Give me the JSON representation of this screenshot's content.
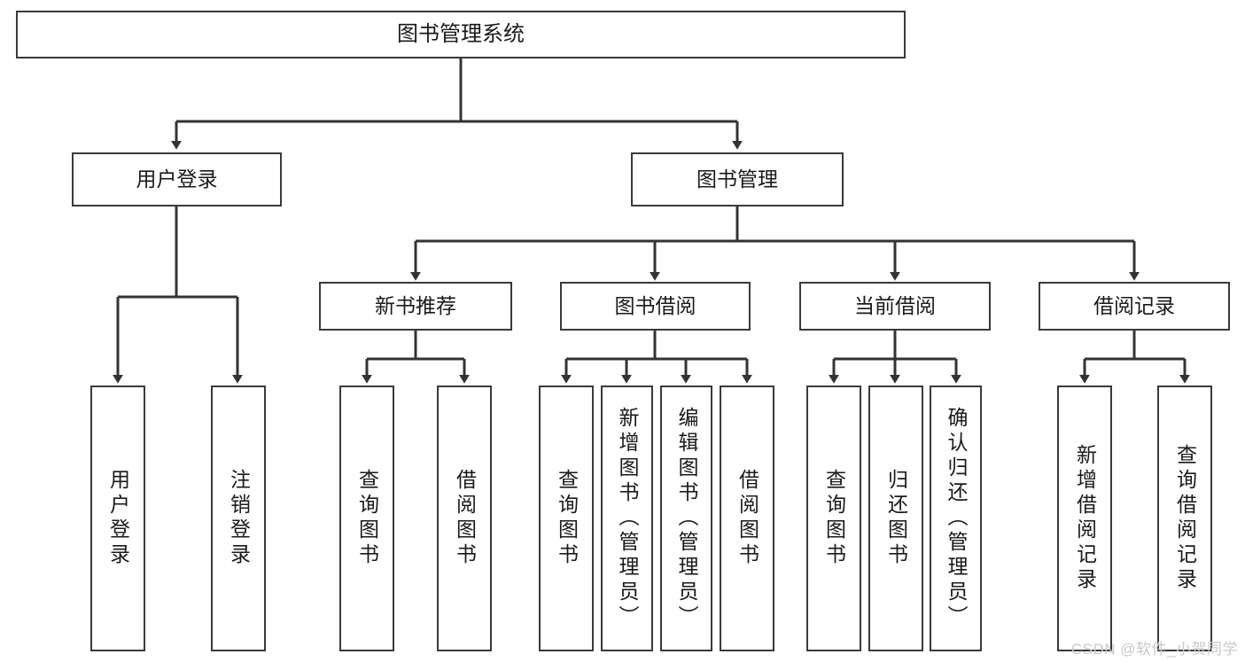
{
  "diagram": {
    "type": "tree-hierarchy",
    "title": "图书管理系统",
    "watermark": "CSDN @软件_小贺同学",
    "colors": {
      "box_border": "#3a3a3a",
      "box_fill": "#ffffff",
      "connector": "#333333",
      "text": "#1a1a1a",
      "watermark": "#c9c9c9",
      "background": "#ffffff"
    },
    "levels": {
      "root": {
        "label": "图书管理系统"
      },
      "level2": [
        {
          "label": "用户登录"
        },
        {
          "label": "图书管理"
        }
      ],
      "level3": [
        {
          "label": "新书推荐"
        },
        {
          "label": "图书借阅"
        },
        {
          "label": "当前借阅"
        },
        {
          "label": "借阅记录"
        }
      ],
      "leaves": {
        "user_login": [
          {
            "label": "用户登录"
          },
          {
            "label": "注销登录"
          }
        ],
        "new_book_recommend": [
          {
            "label": "查询图书"
          },
          {
            "label": "借阅图书"
          }
        ],
        "book_borrow": [
          {
            "label": "查询图书"
          },
          {
            "label": "新增图书（管理员）"
          },
          {
            "label": "编辑图书（管理员）"
          },
          {
            "label": "借阅图书"
          }
        ],
        "current_borrow": [
          {
            "label": "查询图书"
          },
          {
            "label": "归还图书"
          },
          {
            "label": "确认归还（管理员）"
          }
        ],
        "borrow_record": [
          {
            "label": "新增借阅记录"
          },
          {
            "label": "查询借阅记录"
          }
        ]
      }
    },
    "edges": [
      {
        "from": "图书管理系统",
        "to": "用户登录"
      },
      {
        "from": "图书管理系统",
        "to": "图书管理"
      },
      {
        "from": "用户登录",
        "to": "用户登录"
      },
      {
        "from": "用户登录",
        "to": "注销登录"
      },
      {
        "from": "图书管理",
        "to": "新书推荐"
      },
      {
        "from": "图书管理",
        "to": "图书借阅"
      },
      {
        "from": "图书管理",
        "to": "当前借阅"
      },
      {
        "from": "图书管理",
        "to": "借阅记录"
      },
      {
        "from": "新书推荐",
        "to": "查询图书"
      },
      {
        "from": "新书推荐",
        "to": "借阅图书"
      },
      {
        "from": "图书借阅",
        "to": "查询图书"
      },
      {
        "from": "图书借阅",
        "to": "新增图书（管理员）"
      },
      {
        "from": "图书借阅",
        "to": "编辑图书（管理员）"
      },
      {
        "from": "图书借阅",
        "to": "借阅图书"
      },
      {
        "from": "当前借阅",
        "to": "查询图书"
      },
      {
        "from": "当前借阅",
        "to": "归还图书"
      },
      {
        "from": "当前借阅",
        "to": "确认归还（管理员）"
      },
      {
        "from": "借阅记录",
        "to": "新增借阅记录"
      },
      {
        "from": "借阅记录",
        "to": "查询借阅记录"
      }
    ]
  }
}
